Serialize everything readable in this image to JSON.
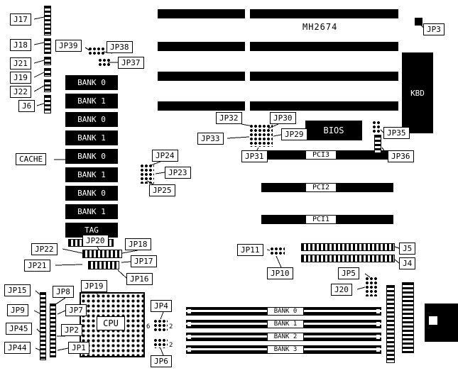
{
  "title": "MH2674",
  "colors": {
    "ink": "#000000",
    "paper": "#ffffff"
  },
  "labels": {
    "j17": "J17",
    "j18": "J18",
    "j21": "J21",
    "j19": "J19",
    "j22": "J22",
    "j6": "J6",
    "jp39": "JP39",
    "jp38": "JP38",
    "jp37": "JP37",
    "cache": "CACHE",
    "jp24": "JP24",
    "jp23": "JP23",
    "jp25": "JP25",
    "jp32": "JP32",
    "jp30": "JP30",
    "jp33": "JP33",
    "jp29": "JP29",
    "jp31": "JP31",
    "jp35": "JP35",
    "jp36": "JP36",
    "jp3": "JP3",
    "jp11": "JP11",
    "jp10": "JP10",
    "j5": "J5",
    "j4": "J4",
    "jp5": "JP5",
    "j20": "J20",
    "jp22": "JP22",
    "jp20": "JP20",
    "jp18": "JP18",
    "jp21": "JP21",
    "jp17": "JP17",
    "jp16": "JP16",
    "jp15": "JP15",
    "jp8": "JP8",
    "jp19": "JP19",
    "jp9": "JP9",
    "jp7": "JP7",
    "jp45": "JP45",
    "jp2": "JP2",
    "jp44": "JP44",
    "jp1": "JP1",
    "jp4": "JP4",
    "jp6": "JP6"
  },
  "chips": {
    "kbd": "KBD",
    "bios": "BIOS",
    "cpu": "CPU",
    "cache_sram": [
      "BANK 0",
      "BANK 1",
      "BANK 0",
      "BANK 1",
      "BANK 0",
      "BANK 1",
      "BANK 0",
      "BANK 1",
      "TAG"
    ]
  },
  "slots": {
    "pci": [
      "PCI3",
      "PCI2",
      "PCI1"
    ],
    "simm": [
      "BANK 0",
      "BANK 1",
      "BANK 2",
      "BANK 3"
    ]
  },
  "pin_numbers": [
    "6",
    "2",
    "2"
  ]
}
